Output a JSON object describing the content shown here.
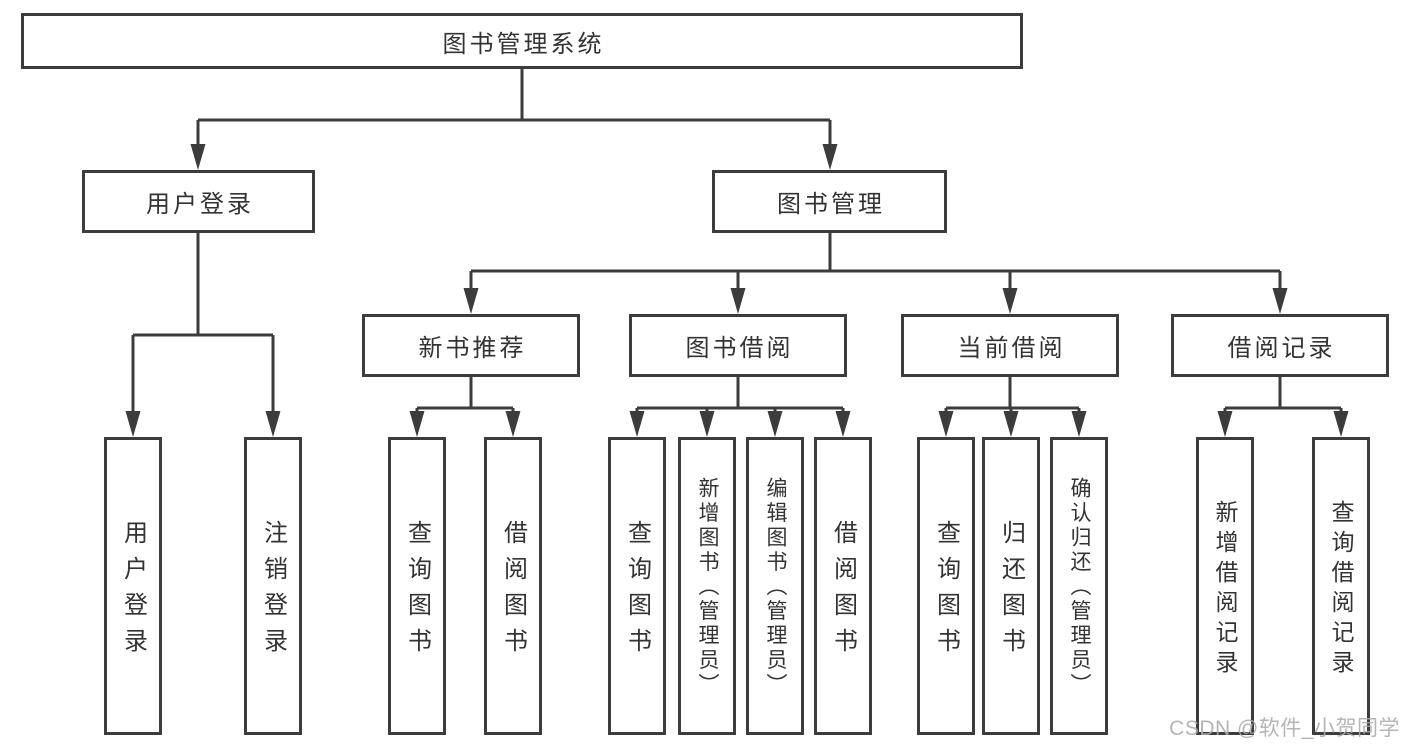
{
  "tree": {
    "label": "图书管理系统",
    "children": [
      {
        "label": "用户登录",
        "children": [
          {
            "label": "用户登录"
          },
          {
            "label": "注销登录"
          }
        ]
      },
      {
        "label": "图书管理",
        "children": [
          {
            "label": "新书推荐",
            "children": [
              {
                "label": "查询图书"
              },
              {
                "label": "借阅图书"
              }
            ]
          },
          {
            "label": "图书借阅",
            "children": [
              {
                "label": "查询图书"
              },
              {
                "label": "新增图书（管理员）"
              },
              {
                "label": "编辑图书（管理员）"
              },
              {
                "label": "借阅图书"
              }
            ]
          },
          {
            "label": "当前借阅",
            "children": [
              {
                "label": "查询图书"
              },
              {
                "label": "归还图书"
              },
              {
                "label": "确认归还（管理员）"
              }
            ]
          },
          {
            "label": "借阅记录",
            "children": [
              {
                "label": "新增借阅记录"
              },
              {
                "label": "查询借阅记录"
              }
            ]
          }
        ]
      }
    ]
  },
  "watermark": {
    "text": "CSDN @软件_小贺同学"
  },
  "colors": {
    "line": "#3c3c3c",
    "text": "#333333",
    "watermark": "#ababab",
    "background": "#ffffff"
  }
}
